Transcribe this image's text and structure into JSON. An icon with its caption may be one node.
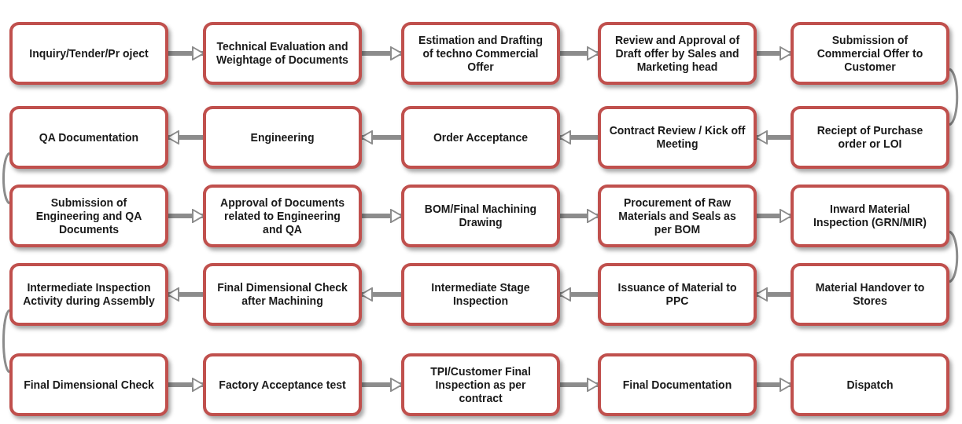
{
  "diagram": {
    "nodes": [
      {
        "text": [
          "Inquiry/Tender/Pr oject"
        ]
      },
      {
        "text": [
          "Technical Evaluation and Weightage of Documents"
        ]
      },
      {
        "text": [
          "Estimation and Drafting of techno Commercial Offer"
        ]
      },
      {
        "text": [
          "Review and Approval of Draft offer by Sales and Marketing head"
        ]
      },
      {
        "text": [
          "Submission of Commercial Offer to Customer"
        ]
      },
      {
        "text": [
          "Reciept of Purchase order or LOI"
        ]
      },
      {
        "text": [
          "Contract Review / Kick off Meeting"
        ]
      },
      {
        "text": [
          "Order Acceptance"
        ]
      },
      {
        "text": [
          "Engineering"
        ]
      },
      {
        "text": [
          "QA Documentation"
        ]
      },
      {
        "text": [
          "Submission of Engineering and QA Documents"
        ]
      },
      {
        "text": [
          "Approval of Documents related to Engineering and QA"
        ]
      },
      {
        "text": [
          "BOM/Final Machining Drawing"
        ]
      },
      {
        "text": [
          "Procurement of Raw Materials and Seals as per BOM"
        ]
      },
      {
        "text": [
          "Inward Material Inspection (GRN/MIR)"
        ]
      },
      {
        "text": [
          "Material Handover to Stores"
        ]
      },
      {
        "text": [
          "Issuance of Material to PPC"
        ]
      },
      {
        "text": [
          "Intermediate Stage Inspection"
        ]
      },
      {
        "text": [
          "Final Dimensional Check after Machining"
        ]
      },
      {
        "text": [
          "Intermediate Inspection Activity during Assembly"
        ]
      },
      {
        "text": [
          "Final Dimensional Check"
        ]
      },
      {
        "text": [
          "Factory Acceptance test"
        ]
      },
      {
        "text": [
          "TPI/Customer Final Inspection as per contract"
        ]
      },
      {
        "text": [
          "Final Documentation"
        ]
      },
      {
        "text": [
          "Dispatch"
        ]
      }
    ],
    "edges": [
      {
        "from": 0,
        "to": 1,
        "arrow": "to"
      },
      {
        "from": 1,
        "to": 2,
        "arrow": "to"
      },
      {
        "from": 2,
        "to": 3,
        "arrow": "to"
      },
      {
        "from": 3,
        "to": 4,
        "arrow": "to"
      },
      {
        "from": 4,
        "to": 5,
        "arrow": "none"
      },
      {
        "from": 5,
        "to": 6,
        "arrow": "to"
      },
      {
        "from": 6,
        "to": 7,
        "arrow": "to"
      },
      {
        "from": 7,
        "to": 8,
        "arrow": "to"
      },
      {
        "from": 8,
        "to": 9,
        "arrow": "to"
      },
      {
        "from": 9,
        "to": 10,
        "arrow": "none"
      },
      {
        "from": 10,
        "to": 11,
        "arrow": "to"
      },
      {
        "from": 11,
        "to": 12,
        "arrow": "to"
      },
      {
        "from": 12,
        "to": 13,
        "arrow": "to"
      },
      {
        "from": 13,
        "to": 14,
        "arrow": "to"
      },
      {
        "from": 14,
        "to": 15,
        "arrow": "none"
      },
      {
        "from": 15,
        "to": 16,
        "arrow": "to"
      },
      {
        "from": 16,
        "to": 17,
        "arrow": "to"
      },
      {
        "from": 17,
        "to": 18,
        "arrow": "to"
      },
      {
        "from": 18,
        "to": 19,
        "arrow": "to"
      },
      {
        "from": 19,
        "to": 20,
        "arrow": "none"
      },
      {
        "from": 20,
        "to": 21,
        "arrow": "to"
      },
      {
        "from": 21,
        "to": 22,
        "arrow": "to"
      },
      {
        "from": 22,
        "to": 23,
        "arrow": "to"
      },
      {
        "from": 23,
        "to": 24,
        "arrow": "to"
      }
    ]
  }
}
